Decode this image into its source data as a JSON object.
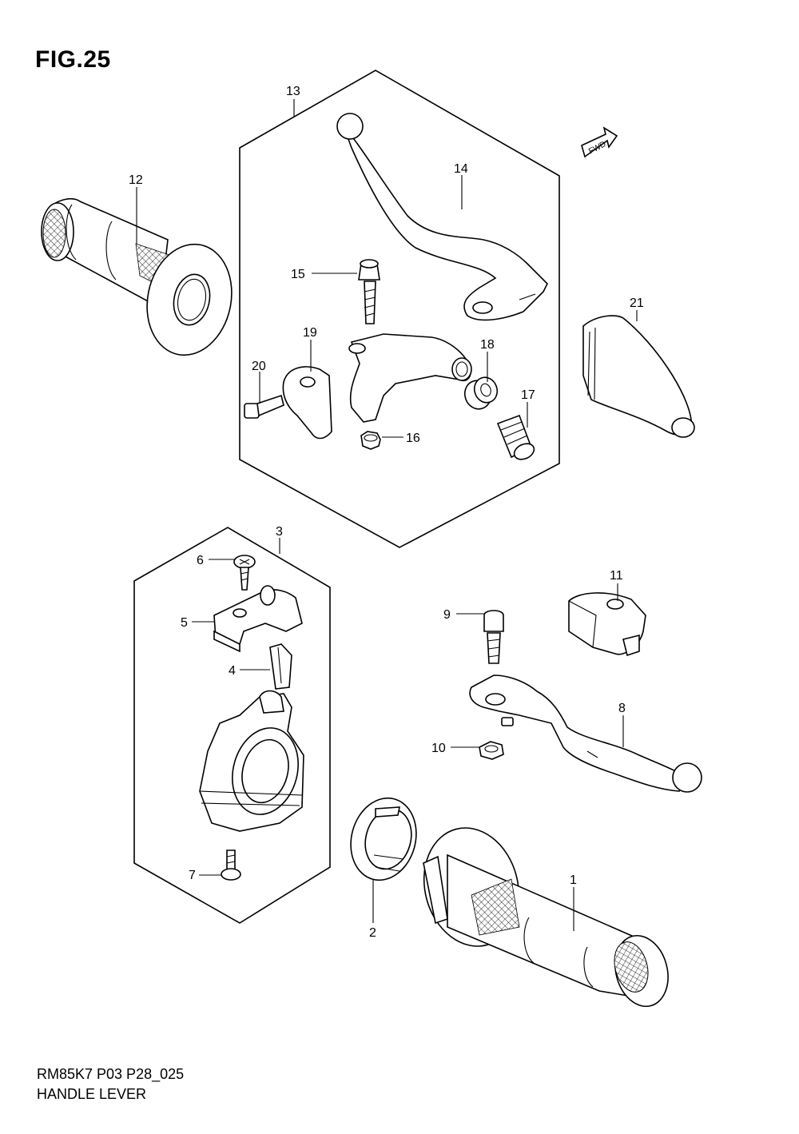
{
  "figure": {
    "title": "FIG.25",
    "code": "RM85K7 P03 P28_025",
    "name": "HANDLE LEVER",
    "fwd_label": "FWD"
  },
  "callouts": {
    "c1": "1",
    "c2": "2",
    "c3": "3",
    "c4": "4",
    "c5": "5",
    "c6": "6",
    "c7": "7",
    "c8": "8",
    "c9": "9",
    "c10": "10",
    "c11": "11",
    "c12": "12",
    "c13": "13",
    "c14": "14",
    "c15": "15",
    "c16": "16",
    "c17": "17",
    "c18": "18",
    "c19": "19",
    "c20": "20",
    "c21": "21"
  }
}
